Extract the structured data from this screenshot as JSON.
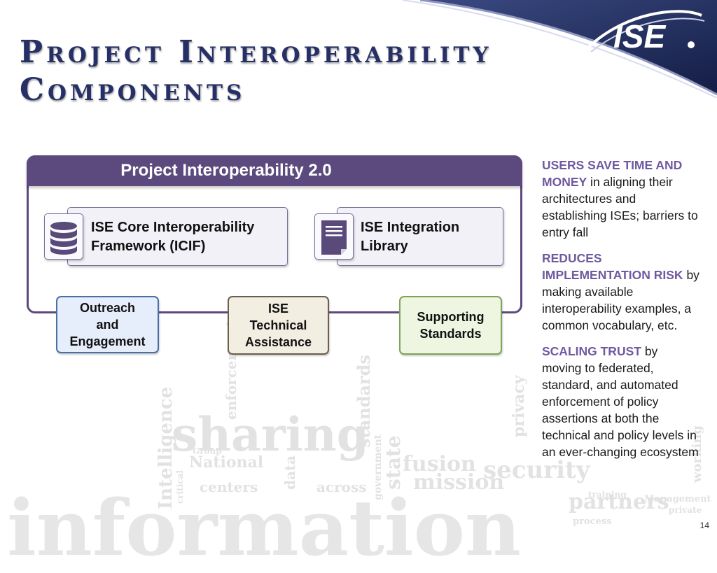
{
  "slide": {
    "title_line1": "Project Interoperability",
    "title_line2": "Components",
    "page_number": "14"
  },
  "logo": {
    "text": "ISE",
    "colors": {
      "navy": "#1f2b57",
      "swoosh": "#c9cde6"
    }
  },
  "diagram": {
    "header": "Project Interoperability 2.0",
    "components": [
      {
        "label_line1": "ISE Core Interoperability",
        "label_line2": "Framework (ICIF)",
        "icon": "database-icon"
      },
      {
        "label_line1": "ISE Integration",
        "label_line2": "Library",
        "icon": "document-icon"
      }
    ],
    "supports": [
      {
        "lines": [
          "Outreach",
          "and",
          "Engagement"
        ],
        "color": "#4a6fa8"
      },
      {
        "lines": [
          "ISE",
          "Technical",
          "Assistance"
        ],
        "color": "#6b5f4b"
      },
      {
        "lines": [
          "Supporting",
          "Standards"
        ],
        "color": "#7ea457"
      }
    ],
    "colors": {
      "frame": "#5c4a7e",
      "highlight": "#6f59a0"
    }
  },
  "benefits": [
    {
      "heading": "USERS SAVE TIME AND MONEY",
      "body": " in aligning their architectures and establishing ISEs; barriers to entry fall"
    },
    {
      "heading": "REDUCES IMPLEMENTATION RISK",
      "body": " by making available interoperability examples, a common vocabulary, etc."
    },
    {
      "heading": "SCALING TRUST",
      "body": " by moving to federated, standard, and automated enforcement of policy assertions at both the technical and policy levels in an ever-changing ecosystem"
    }
  ],
  "watermark": [
    "information",
    "sharing",
    "fusion",
    "mission",
    "security",
    "enforcement",
    "standards",
    "Intelligence",
    "centers",
    "across",
    "National",
    "privacy",
    "partners",
    "Management",
    "Group",
    "government",
    "data",
    "process",
    "training",
    "working",
    "private",
    "critical",
    "state"
  ]
}
